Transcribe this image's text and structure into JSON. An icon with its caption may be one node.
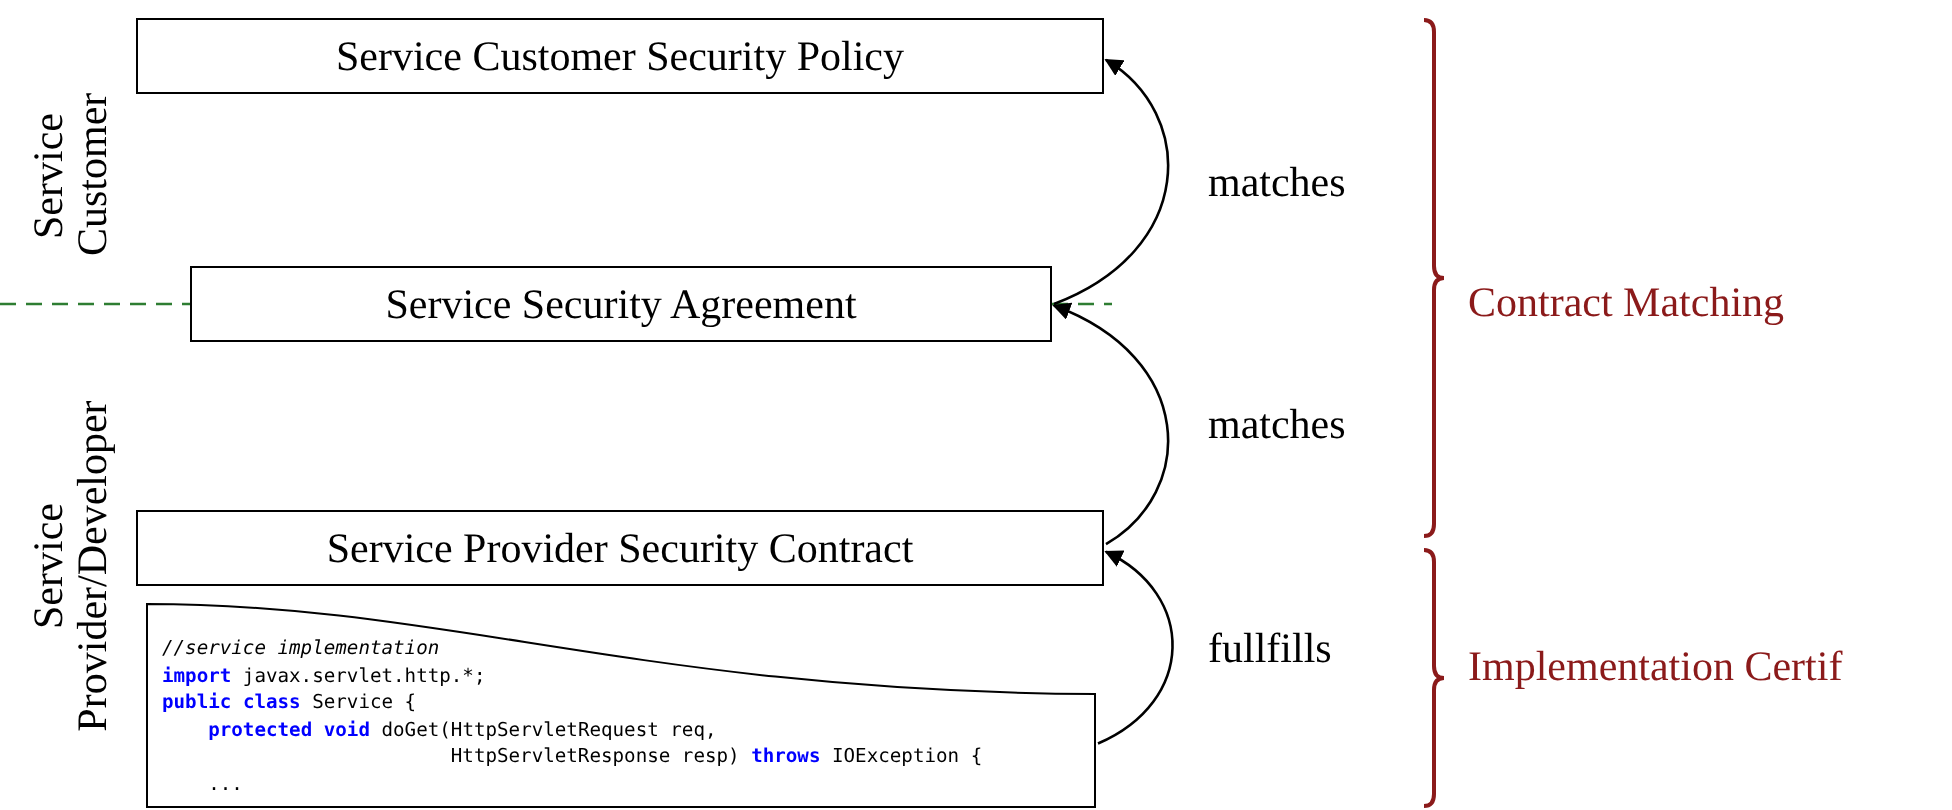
{
  "diagram": {
    "nodes": [
      {
        "text": [
          "Service Customer Security Policy"
        ]
      },
      {
        "text": [
          "Service Security Agreement"
        ]
      },
      {
        "text": [
          "Service Provider Security Contract"
        ]
      },
      {
        "text": [
          "//service implementation",
          "**import** javax.servlet.http.*;",
          "**public** **class** Service {",
          "    **protected** **void** doGet(HttpServletRequest req,",
          "                         HttpServletResponse resp) **throws** IOException {",
          "    ..."
        ]
      }
    ],
    "edges": [
      {
        "from": 1,
        "to": 0,
        "arrow": "to",
        "label": "matches"
      },
      {
        "from": 2,
        "to": 1,
        "arrow": "to",
        "label": "matches"
      },
      {
        "from": 3,
        "to": 2,
        "arrow": "to",
        "label": "fullfills"
      }
    ],
    "labels": [
      "Service Customer",
      "Service Provider/Developer",
      "Contract Matching",
      "Implementation Certif"
    ]
  }
}
